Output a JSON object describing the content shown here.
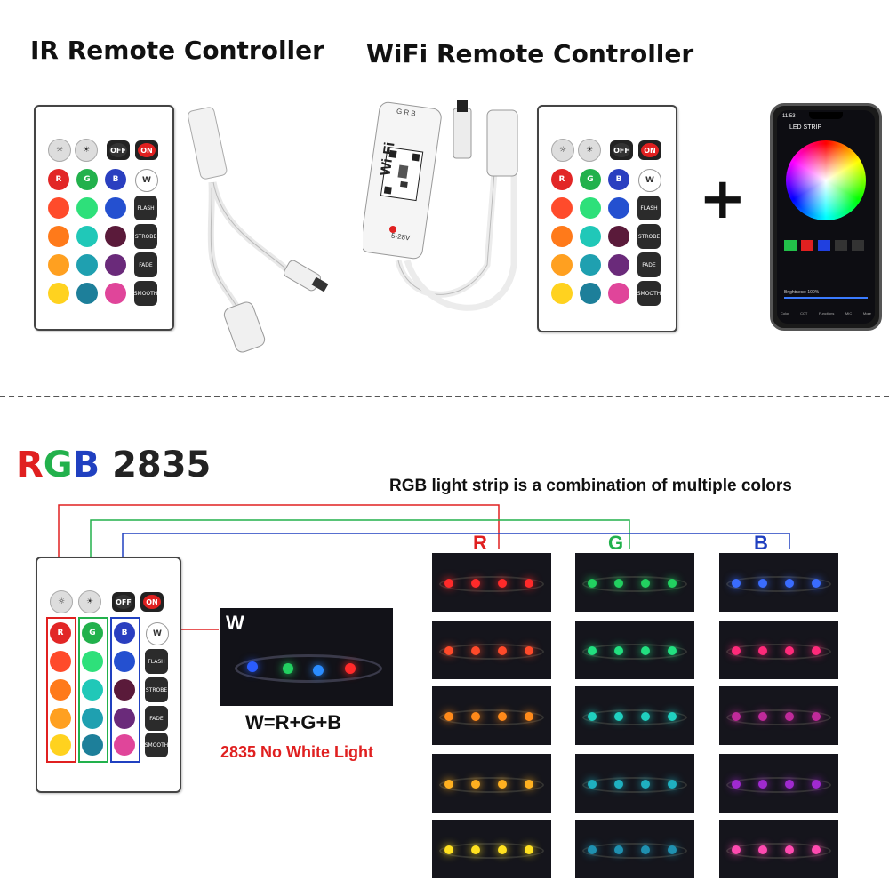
{
  "headings": {
    "ir": "IR Remote Controller",
    "wifi": "WiFi Remote Controller",
    "rgb_part1": "RGB",
    "rgb_part2": "2835",
    "combination": "RGB light strip is a combination of multiple colors"
  },
  "remote_buttons": {
    "off": "OFF",
    "on": "ON",
    "r": "R",
    "g": "G",
    "b": "B",
    "w": "W",
    "flash": "FLASH",
    "strobe": "STROBE",
    "fade": "FADE",
    "smooth": "SMOOTH"
  },
  "plus_sign": "+",
  "wifi_box": {
    "logo": "Wi Fi",
    "header": "G R B",
    "voltage": "5-28V"
  },
  "phone": {
    "time": "11:53",
    "app_title": "LED STRIP",
    "brightness": "Brightness: 100%",
    "nav": [
      "Color",
      "CCT",
      "Functions",
      "MIC",
      "More"
    ]
  },
  "columns": {
    "r": "R",
    "g": "G",
    "b": "B"
  },
  "white_panel": {
    "badge": "W",
    "formula": "W=R+G+B",
    "note": "2835 No White Light"
  },
  "colors": {
    "red": "#e02020",
    "green": "#22b14c",
    "blue": "#2040c0",
    "note_red": "#e02020"
  }
}
